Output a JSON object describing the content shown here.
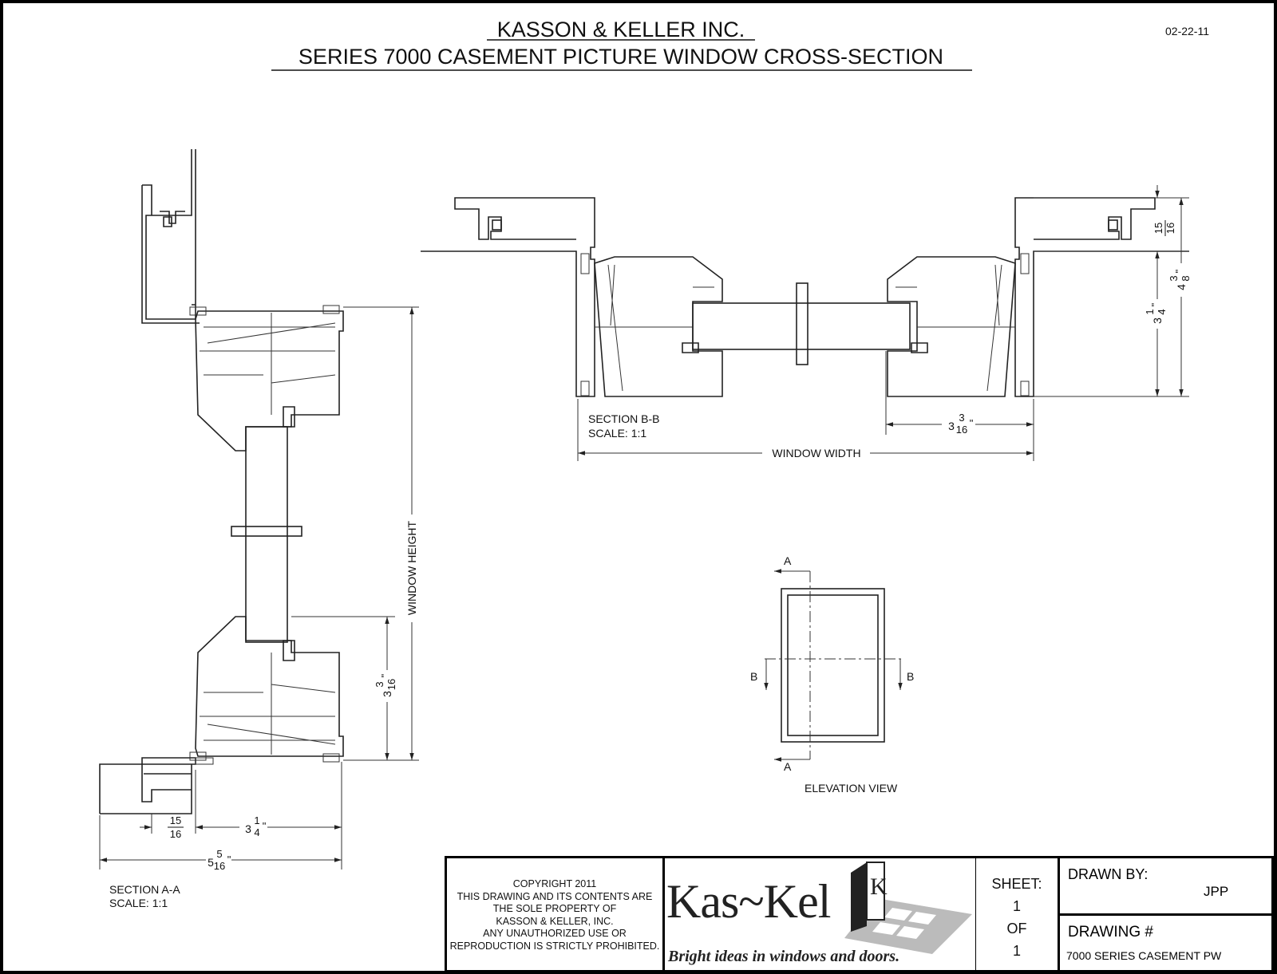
{
  "header": {
    "company": "KASSON & KELLER INC.",
    "title": "SERIES 7000 CASEMENT PICTURE WINDOW CROSS-SECTION",
    "date": "02-22-11"
  },
  "section_aa": {
    "name": "SECTION A-A",
    "scale": "SCALE: 1:1",
    "dims": {
      "d15_16": {
        "num": "15",
        "den": "16",
        "unit": "\""
      },
      "d3_1_4": {
        "whole": "3",
        "num": "1",
        "den": "4",
        "unit": "\""
      },
      "d5_5_16": {
        "whole": "5",
        "num": "5",
        "den": "16",
        "unit": "\""
      },
      "d3_3_16": {
        "whole": "3",
        "num": "3",
        "den": "16",
        "unit": "\""
      },
      "window_height": "WINDOW HEIGHT"
    }
  },
  "section_bb": {
    "name": "SECTION B-B",
    "scale": "SCALE: 1:1",
    "dims": {
      "d3_3_16": {
        "whole": "3",
        "num": "3",
        "den": "16",
        "unit": "\""
      },
      "window_width": "WINDOW WIDTH",
      "d15_16": {
        "num": "15",
        "den": "16",
        "unit": "\""
      },
      "d3_1_4": {
        "whole": "3",
        "num": "1",
        "den": "4",
        "unit": "\""
      },
      "d4_3_8": {
        "whole": "4",
        "num": "3",
        "den": "8",
        "unit": "\""
      }
    }
  },
  "elevation": {
    "name": "ELEVATION VIEW",
    "marker_a": "A",
    "marker_b": "B"
  },
  "title_block": {
    "copyright": [
      "COPYRIGHT 2011",
      "THIS DRAWING AND ITS CONTENTS ARE",
      "THE SOLE PROPERTY OF",
      "KASSON & KELLER, INC.",
      "ANY UNAUTHORIZED USE OR",
      "REPRODUCTION IS STRICTLY PROHIBITED."
    ],
    "logo_text": "Kas~Kel",
    "logo_letter": "K",
    "tagline": "Bright ideas in windows and doors.",
    "sheet_label": "SHEET:",
    "sheet_number": "1",
    "of_label": "OF",
    "sheet_total": "1",
    "drawn_by_label": "DRAWN BY:",
    "drawn_by": "JPP",
    "drawing_number_label": "DRAWING #",
    "drawing_number": "7000 SERIES CASEMENT PW"
  }
}
